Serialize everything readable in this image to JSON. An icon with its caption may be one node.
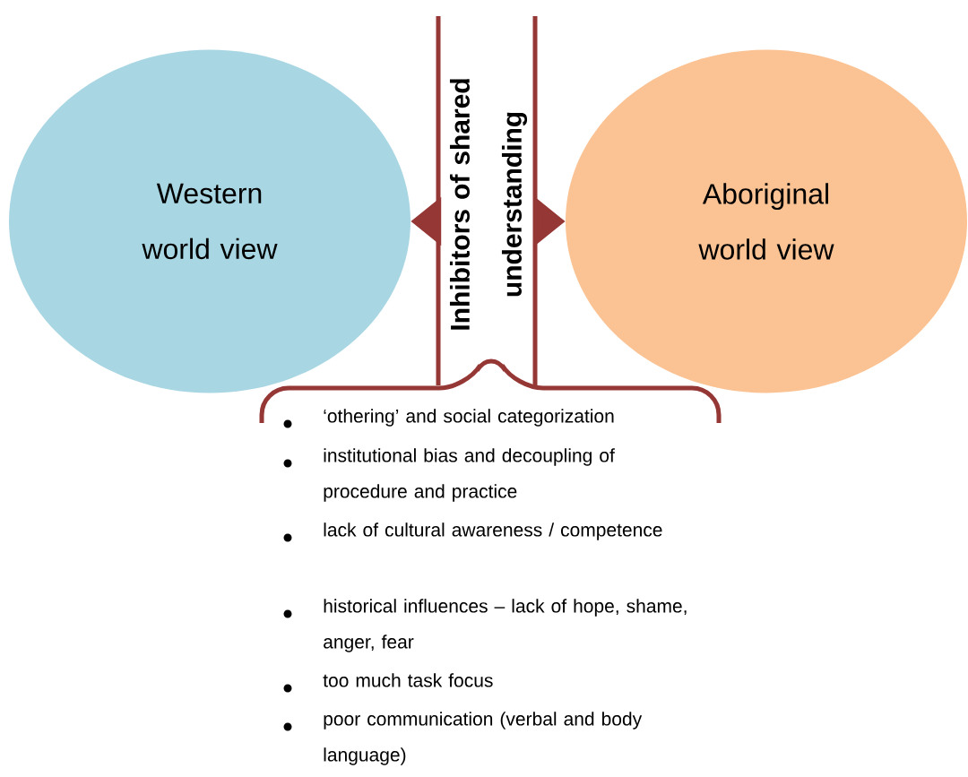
{
  "diagram": {
    "nodes": [
      {
        "text": [
          "Western world view"
        ]
      },
      {
        "text": [
          "Aboriginal world view"
        ]
      },
      {
        "text": [
          "Inhibitors of shared understanding"
        ]
      }
    ],
    "edges": [
      {
        "from": 2,
        "to": 0,
        "arrow": "to",
        "style": "thick"
      },
      {
        "from": 2,
        "to": 1,
        "arrow": "to",
        "style": "thick"
      }
    ],
    "labels": [
      "‘othering’ and social categorization",
      "institutional bias and decoupling of procedure and practice",
      "lack of cultural awareness / competence",
      "historical influences – lack of hope, shame, anger, fear",
      "too much task focus",
      "poor communication (verbal and body language)"
    ]
  }
}
